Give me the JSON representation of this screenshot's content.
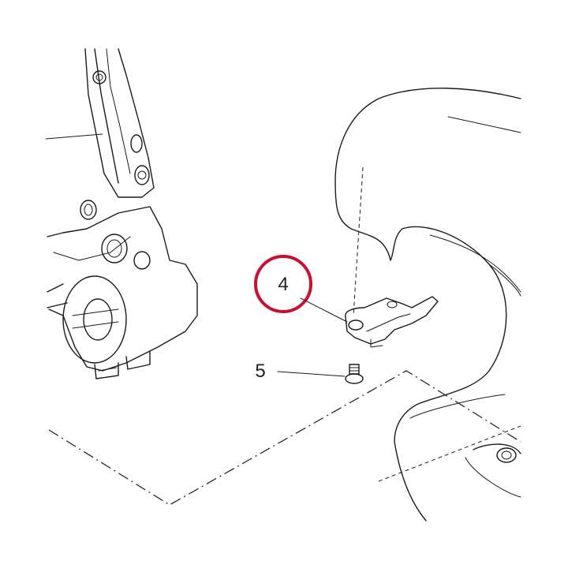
{
  "callouts": [
    {
      "id": "4",
      "label": "4",
      "highlighted": true
    },
    {
      "id": "5",
      "label": "5",
      "highlighted": false
    }
  ],
  "highlight_color": "#c8102e",
  "line_color": "#1a1a1a"
}
